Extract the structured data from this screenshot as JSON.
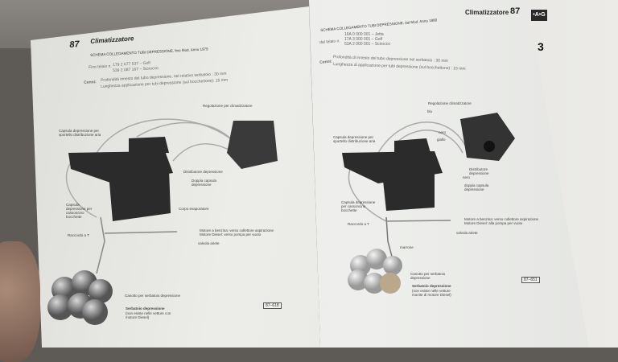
{
  "left_page": {
    "page_number": "87",
    "section_title": "Climatizzatore",
    "heading": "SCHEMA COLLEGAMENTO TUBI DEPRESSIONE, fino Mod. Anno 1979",
    "chassis_label": "Fino telaio n.",
    "chassis": [
      "179 2 677 537 – Golf",
      "539 2 087 167 – Scirocco"
    ],
    "notes_label": "Cenni:",
    "notes": [
      "Profondità innesto del tubo depressione, nel relativo serbatoio : 30 mm",
      "Lunghezza applicazione per tubi depressione (sul bocchettone): 15 mm"
    ],
    "labels": {
      "regolazione": "Regolazione per climatizzatore",
      "capsula_distrib": "Capsula depressione per sportello distribuzione aria",
      "distributore": "Distributore depressione",
      "doppia_capsula": "Doppia capsula depressione",
      "corpo_evap": "Corpo evaporatore",
      "capsula_cassoncino": "Capsula depressione per cassoncino bocchette",
      "raccordo": "Raccordo a T",
      "motore": "Motore a benzina: verso collettore aspirazione\nMotore Diesel: verso pompa per vuoto",
      "valvola": "valvola ariete",
      "canotto": "Canotto per serbatoio depressione",
      "serbatoio": "Serbatoio depressione",
      "serbatoio_note": "(non esiste nelle vetture con motore Diesel)"
    },
    "figure_ref": "87–618"
  },
  "right_page": {
    "page_number": "87",
    "section_title": "Climatizzatore",
    "heading": "SCHEMA COLLEGAMENTO TUBI DEPRESSIONE, dal Mod. Anno 1980",
    "chassis_label": "dal telaio n.",
    "chassis": [
      "16A 0 000 001 – Jetta",
      "17A 3 000 001 – Golf",
      "53A 2 000 001 – Scirocco"
    ],
    "notes_label": "Cenni:",
    "notes": [
      "Profondità di innesto del tubo depressione nel serbatoio : 30 mm",
      "Lunghezza di applicazione per tubi depressione (sul bocchettone) : 15 mm"
    ],
    "labels": {
      "regolazione": "Regolazione climatizzatore",
      "blu": "blu",
      "nero": "nero",
      "giallo": "giallo",
      "capsula_distrib": "Capsula depressione per sportello distribuzione aria",
      "distributore": "Distributore depressione",
      "nero2": "nero",
      "doppia_capsula": "doppia capsula depressione",
      "capsula_cassoncino": "Capsula depressione per cassoncino bocchette",
      "raccordo": "Raccordo a T",
      "motore": "Motore a benzina: verso collettore aspirazione\nMotore Diesel: alla pompa per vuoto",
      "valvola": "valvola ariete",
      "marrone": "marrone",
      "canotto": "Canotto per serbatoio depressione",
      "serbatoio": "Serbatoio depressione",
      "serbatoio_note": "(non esiste nelle vetture munite di motore Diesel)"
    },
    "figure_ref": "87–651"
  },
  "back_page": {
    "tab": "•A•G",
    "number": "3"
  }
}
